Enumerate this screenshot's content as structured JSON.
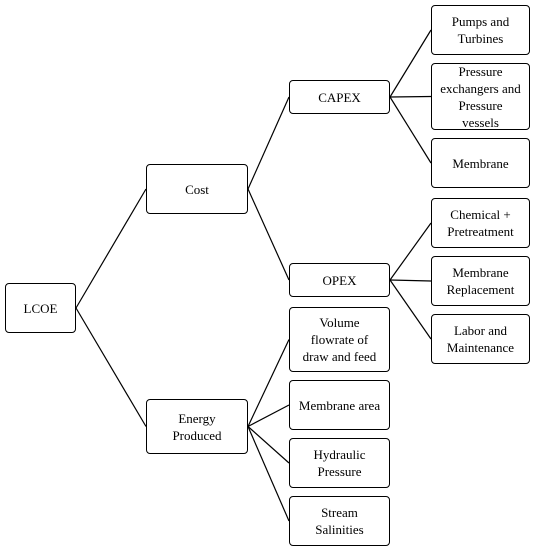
{
  "diagram": {
    "nodes": {
      "lcoe": "LCOE",
      "cost": "Cost",
      "energy_produced": "Energy\nProduced",
      "capex": "CAPEX",
      "opex": "OPEX",
      "pumps_turbines": "Pumps and\nTurbines",
      "pressure_exchangers": "Pressure\nexchangers and\nPressure\nvessels",
      "membrane": "Membrane",
      "chemical_pretreatment": "Chemical +\nPretreatment",
      "membrane_replacement": "Membrane\nReplacement",
      "labor_maintenance": "Labor and\nMaintenance",
      "volume_flowrate": "Volume\nflowrate of\ndraw and feed",
      "membrane_area": "Membrane area",
      "hydraulic_pressure": "Hydraulic\nPressure",
      "stream_salinities": "Stream\nSalinities"
    },
    "edges": [
      [
        "lcoe",
        "cost"
      ],
      [
        "lcoe",
        "energy_produced"
      ],
      [
        "cost",
        "capex"
      ],
      [
        "cost",
        "opex"
      ],
      [
        "capex",
        "pumps_turbines"
      ],
      [
        "capex",
        "pressure_exchangers"
      ],
      [
        "capex",
        "membrane"
      ],
      [
        "opex",
        "chemical_pretreatment"
      ],
      [
        "opex",
        "membrane_replacement"
      ],
      [
        "opex",
        "labor_maintenance"
      ],
      [
        "energy_produced",
        "volume_flowrate"
      ],
      [
        "energy_produced",
        "membrane_area"
      ],
      [
        "energy_produced",
        "hydraulic_pressure"
      ],
      [
        "energy_produced",
        "stream_salinities"
      ]
    ]
  }
}
